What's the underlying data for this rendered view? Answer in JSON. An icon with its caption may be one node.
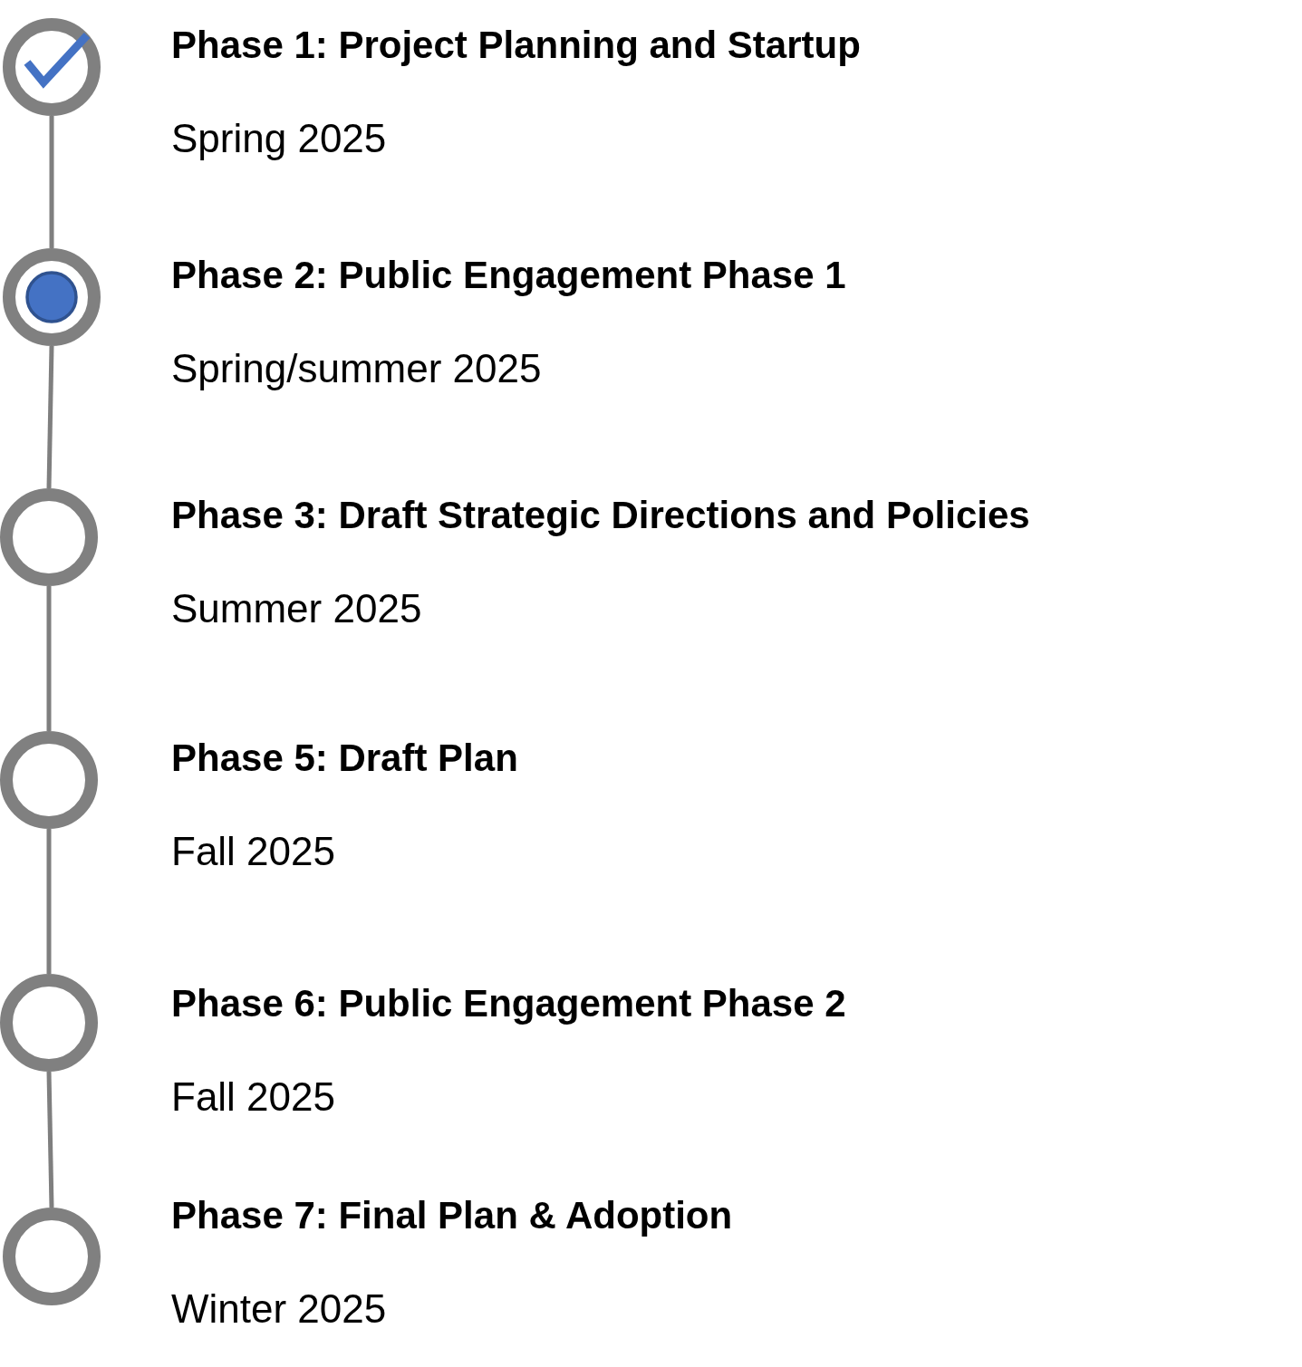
{
  "diagram": {
    "nodes": [
      {
        "text": [],
        "shape": "circle",
        "beside": [
          "Phase 1: Project Planning and Startup",
          "Spring 2025"
        ]
      },
      {
        "text": [],
        "shape": "check",
        "in": 0
      },
      {
        "text": [],
        "shape": "circle",
        "beside": [
          "Phase 2: Public Engagement Phase 1",
          "Spring/summer 2025"
        ]
      },
      {
        "text": [],
        "shape": "circle",
        "in": 2
      },
      {
        "text": [],
        "shape": "circle",
        "beside": [
          "Phase 3: Draft Strategic Directions and Policies",
          "Summer 2025"
        ]
      },
      {
        "text": [],
        "shape": "circle",
        "beside": [
          "Phase 5: Draft Plan",
          "Fall 2025"
        ]
      },
      {
        "text": [],
        "shape": "circle",
        "beside": [
          "Phase 6: Public Engagement Phase 2",
          "Fall 2025"
        ]
      },
      {
        "text": [],
        "shape": "circle",
        "beside": [
          "Phase 7: Final Plan & Adoption",
          "Winter 2025"
        ]
      }
    ],
    "edges": [
      {
        "from": 0,
        "to": 2,
        "arrow": "none"
      },
      {
        "from": 2,
        "to": 4,
        "arrow": "none"
      },
      {
        "from": 4,
        "to": 5,
        "arrow": "none"
      },
      {
        "from": 5,
        "to": 6,
        "arrow": "none"
      },
      {
        "from": 6,
        "to": 7,
        "arrow": "none"
      }
    ]
  }
}
